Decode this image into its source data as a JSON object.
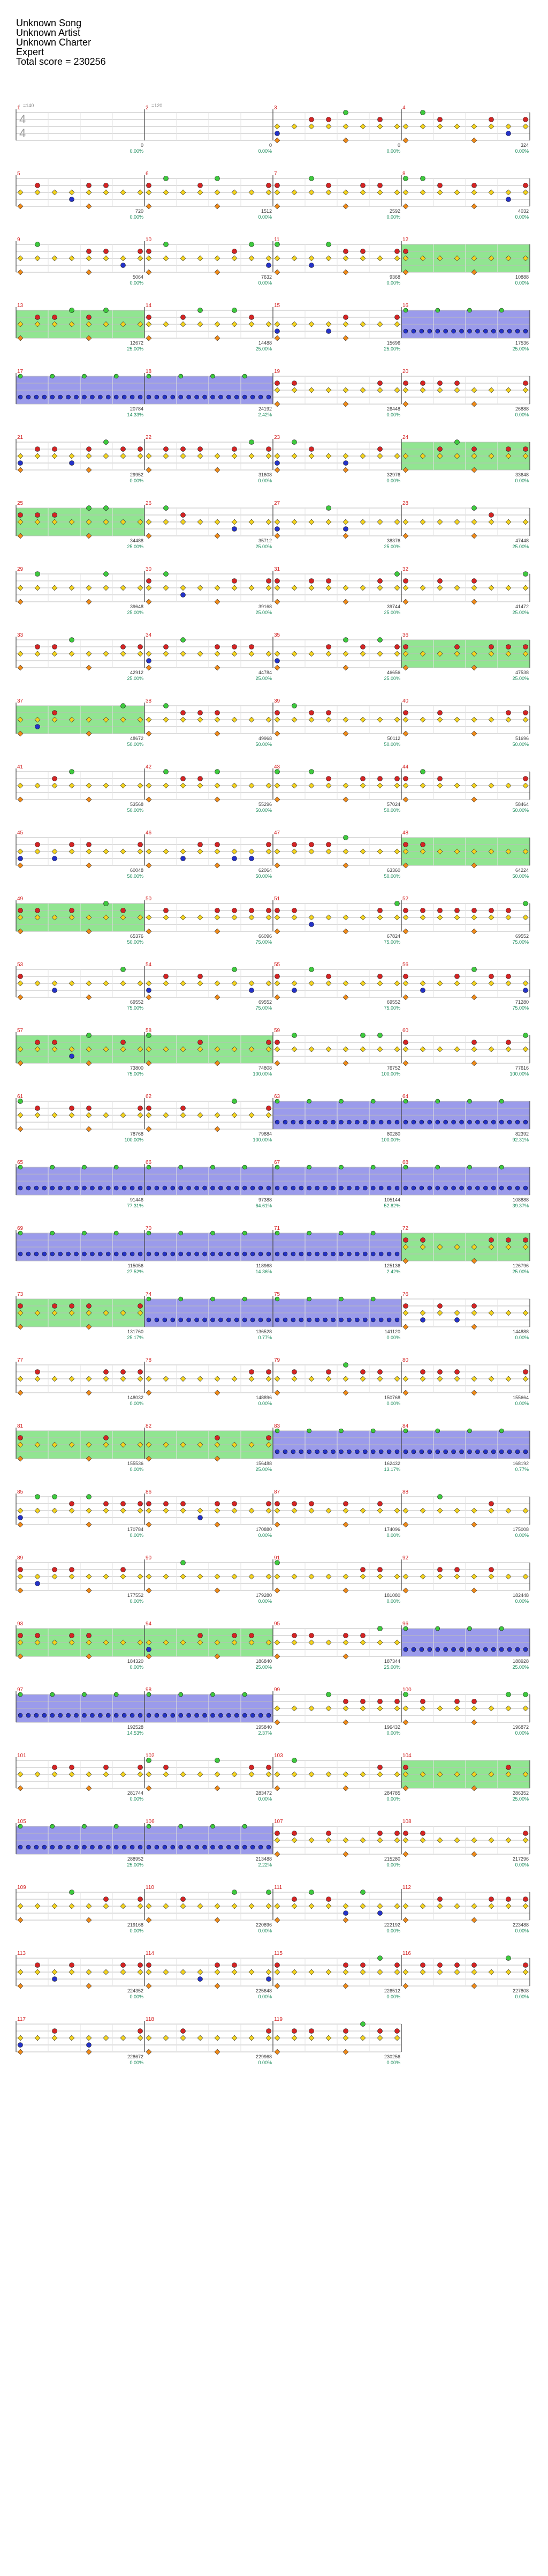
{
  "header": {
    "song": "Unknown Song",
    "artist": "Unknown Artist",
    "charter": "Unknown Charter",
    "difficulty": "Expert",
    "total_score_label": "Total score = 230256"
  },
  "tempo_labels": [
    "♩=140",
    "♩=120"
  ],
  "time_signature": [
    "4",
    "4"
  ],
  "colors": {
    "green": "#3ec93e",
    "red": "#d42424",
    "yellow": "#f2d21e",
    "blue": "#2432c8",
    "orange": "#f08a18",
    "starpower": "#7ee07e",
    "drumfill": "#8a8ae8",
    "bre": "#f08a8a",
    "measure_num": "#d42424",
    "score_text": "#3a3a3a",
    "percent_text": "#1a8a5a"
  },
  "measures": [
    {
      "n": "1",
      "score": "0",
      "pct": "0.00%"
    },
    {
      "n": "2",
      "score": "0",
      "pct": "0.00%"
    },
    {
      "n": "3",
      "score": "0",
      "pct": "0.00%"
    },
    {
      "n": "4",
      "score": "324",
      "pct": "0.00%"
    },
    {
      "n": "5",
      "score": "720",
      "pct": "0.00%"
    },
    {
      "n": "6",
      "score": "1512",
      "pct": "0.00%"
    },
    {
      "n": "7",
      "score": "2592",
      "pct": "0.00%"
    },
    {
      "n": "8",
      "score": "4032",
      "pct": "0.00%"
    },
    {
      "n": "9",
      "score": "5064",
      "pct": "0.00%"
    },
    {
      "n": "10",
      "score": "7632",
      "pct": "0.00%"
    },
    {
      "n": "11",
      "score": "9368",
      "pct": "0.00%"
    },
    {
      "n": "12",
      "score": "10888",
      "pct": "0.00%"
    },
    {
      "n": "13",
      "score": "12672",
      "pct": "25.00%"
    },
    {
      "n": "14",
      "score": "14488",
      "pct": "25.00%"
    },
    {
      "n": "15",
      "score": "15696",
      "pct": "25.00%"
    },
    {
      "n": "16",
      "score": "17536",
      "pct": "25.00%"
    },
    {
      "n": "17",
      "score": "20784",
      "pct": "14.33%"
    },
    {
      "n": "18",
      "score": "24192",
      "pct": "2.42%"
    },
    {
      "n": "19",
      "score": "26448",
      "pct": "0.00%"
    },
    {
      "n": "20",
      "score": "26888",
      "pct": "0.00%"
    },
    {
      "n": "21",
      "score": "29952",
      "pct": "0.00%"
    },
    {
      "n": "22",
      "score": "31608",
      "pct": "0.00%"
    },
    {
      "n": "23",
      "score": "32976",
      "pct": "0.00%"
    },
    {
      "n": "24",
      "score": "33648",
      "pct": "0.00%"
    },
    {
      "n": "25",
      "score": "34488",
      "pct": "25.00%"
    },
    {
      "n": "26",
      "score": "35712",
      "pct": "25.00%"
    },
    {
      "n": "27",
      "score": "38376",
      "pct": "25.00%"
    },
    {
      "n": "28",
      "score": "47448",
      "pct": "25.00%"
    },
    {
      "n": "29",
      "score": "39648",
      "pct": "25.00%"
    },
    {
      "n": "30",
      "score": "39168",
      "pct": "25.00%"
    },
    {
      "n": "31",
      "score": "39744",
      "pct": "25.00%"
    },
    {
      "n": "32",
      "score": "41472",
      "pct": "25.00%"
    },
    {
      "n": "33",
      "score": "42912",
      "pct": "25.00%"
    },
    {
      "n": "34",
      "score": "44784",
      "pct": "25.00%"
    },
    {
      "n": "35",
      "score": "46656",
      "pct": "25.00%"
    },
    {
      "n": "36",
      "score": "47538",
      "pct": "25.00%"
    },
    {
      "n": "37",
      "score": "48672",
      "pct": "50.00%"
    },
    {
      "n": "38",
      "score": "49968",
      "pct": "50.00%"
    },
    {
      "n": "39",
      "score": "50112",
      "pct": "50.00%"
    },
    {
      "n": "40",
      "score": "51696",
      "pct": "50.00%"
    },
    {
      "n": "41",
      "score": "53568",
      "pct": "50.00%"
    },
    {
      "n": "42",
      "score": "55296",
      "pct": "50.00%"
    },
    {
      "n": "43",
      "score": "57024",
      "pct": "50.00%"
    },
    {
      "n": "44",
      "score": "58464",
      "pct": "50.00%"
    },
    {
      "n": "45",
      "score": "60048",
      "pct": "50.00%"
    },
    {
      "n": "46",
      "score": "62064",
      "pct": "50.00%"
    },
    {
      "n": "47",
      "score": "63360",
      "pct": "50.00%"
    },
    {
      "n": "48",
      "score": "64224",
      "pct": "50.00%"
    },
    {
      "n": "49",
      "score": "65376",
      "pct": "50.00%"
    },
    {
      "n": "50",
      "score": "66096",
      "pct": "75.00%"
    },
    {
      "n": "51",
      "score": "67824",
      "pct": "75.00%"
    },
    {
      "n": "52",
      "score": "69552",
      "pct": "75.00%"
    },
    {
      "n": "53",
      "score": "69552",
      "pct": "75.00%"
    },
    {
      "n": "54",
      "score": "69552",
      "pct": "75.00%"
    },
    {
      "n": "55",
      "score": "69552",
      "pct": "75.00%"
    },
    {
      "n": "56",
      "score": "71280",
      "pct": "75.00%"
    },
    {
      "n": "57",
      "score": "73800",
      "pct": "75.00%"
    },
    {
      "n": "58",
      "score": "74808",
      "pct": "100.00%"
    },
    {
      "n": "59",
      "score": "76752",
      "pct": "100.00%"
    },
    {
      "n": "60",
      "score": "77616",
      "pct": "100.00%"
    },
    {
      "n": "61",
      "score": "78768",
      "pct": "100.00%"
    },
    {
      "n": "62",
      "score": "79884",
      "pct": "100.00%"
    },
    {
      "n": "63",
      "score": "80280",
      "pct": "100.00%"
    },
    {
      "n": "64",
      "score": "82392",
      "pct": "92.31%"
    },
    {
      "n": "65",
      "score": "91446",
      "pct": "77.31%"
    },
    {
      "n": "66",
      "score": "97388",
      "pct": "64.61%"
    },
    {
      "n": "67",
      "score": "105144",
      "pct": "52.82%"
    },
    {
      "n": "68",
      "score": "108888",
      "pct": "39.37%"
    },
    {
      "n": "69",
      "score": "115056",
      "pct": "27.52%"
    },
    {
      "n": "70",
      "score": "118968",
      "pct": "14.36%"
    },
    {
      "n": "71",
      "score": "125136",
      "pct": "2.42%"
    },
    {
      "n": "72",
      "score": "126796",
      "pct": "25.00%"
    },
    {
      "n": "73",
      "score": "131760",
      "pct": "25.17%"
    },
    {
      "n": "74",
      "score": "136528",
      "pct": "0.77%"
    },
    {
      "n": "75",
      "score": "141120",
      "pct": "0.00%"
    },
    {
      "n": "76",
      "score": "144888",
      "pct": "0.00%"
    },
    {
      "n": "77",
      "score": "148032",
      "pct": "0.00%"
    },
    {
      "n": "78",
      "score": "148896",
      "pct": "0.00%"
    },
    {
      "n": "79",
      "score": "150768",
      "pct": "0.00%"
    },
    {
      "n": "80",
      "score": "155664",
      "pct": "0.00%"
    },
    {
      "n": "81",
      "score": "155536",
      "pct": "0.00%"
    },
    {
      "n": "82",
      "score": "156488",
      "pct": "25.00%"
    },
    {
      "n": "83",
      "score": "162432",
      "pct": "13.17%"
    },
    {
      "n": "84",
      "score": "168192",
      "pct": "0.77%"
    },
    {
      "n": "85",
      "score": "170784",
      "pct": "0.00%"
    },
    {
      "n": "86",
      "score": "170880",
      "pct": "0.00%"
    },
    {
      "n": "87",
      "score": "174096",
      "pct": "0.00%"
    },
    {
      "n": "88",
      "score": "175008",
      "pct": "0.00%"
    },
    {
      "n": "89",
      "score": "177552",
      "pct": "0.00%"
    },
    {
      "n": "90",
      "score": "179280",
      "pct": "0.00%"
    },
    {
      "n": "91",
      "score": "181080",
      "pct": "0.00%"
    },
    {
      "n": "92",
      "score": "182448",
      "pct": "0.00%"
    },
    {
      "n": "93",
      "score": "184320",
      "pct": "0.00%"
    },
    {
      "n": "94",
      "score": "186840",
      "pct": "25.00%"
    },
    {
      "n": "95",
      "score": "187344",
      "pct": "25.00%"
    },
    {
      "n": "96",
      "score": "188928",
      "pct": "25.00%"
    },
    {
      "n": "97",
      "score": "192528",
      "pct": "14.53%"
    },
    {
      "n": "98",
      "score": "195840",
      "pct": "2.37%"
    },
    {
      "n": "99",
      "score": "196432",
      "pct": "0.00%"
    },
    {
      "n": "100",
      "score": "196872",
      "pct": "0.00%"
    },
    {
      "n": "101",
      "score": "281744",
      "pct": "0.00%"
    },
    {
      "n": "102",
      "score": "283472",
      "pct": "0.00%"
    },
    {
      "n": "103",
      "score": "284785",
      "pct": "0.00%"
    },
    {
      "n": "104",
      "score": "286352",
      "pct": "25.00%"
    },
    {
      "n": "105",
      "score": "288952",
      "pct": "25.00%"
    },
    {
      "n": "106",
      "score": "213488",
      "pct": "2.22%"
    },
    {
      "n": "107",
      "score": "215280",
      "pct": "0.00%"
    },
    {
      "n": "108",
      "score": "217296",
      "pct": "0.00%"
    },
    {
      "n": "109",
      "score": "219168",
      "pct": "0.00%"
    },
    {
      "n": "110",
      "score": "220896",
      "pct": "0.00%"
    },
    {
      "n": "111",
      "score": "222192",
      "pct": "0.00%"
    },
    {
      "n": "112",
      "score": "223488",
      "pct": "0.00%"
    },
    {
      "n": "113",
      "score": "224352",
      "pct": "0.00%"
    },
    {
      "n": "114",
      "score": "225648",
      "pct": "0.00%"
    },
    {
      "n": "115",
      "score": "226512",
      "pct": "0.00%"
    },
    {
      "n": "116",
      "score": "227808",
      "pct": "0.00%"
    },
    {
      "n": "117",
      "score": "228672",
      "pct": "0.00%"
    },
    {
      "n": "118",
      "score": "229968",
      "pct": "0.00%"
    },
    {
      "n": "119",
      "score": "230256",
      "pct": "0.00%"
    }
  ]
}
